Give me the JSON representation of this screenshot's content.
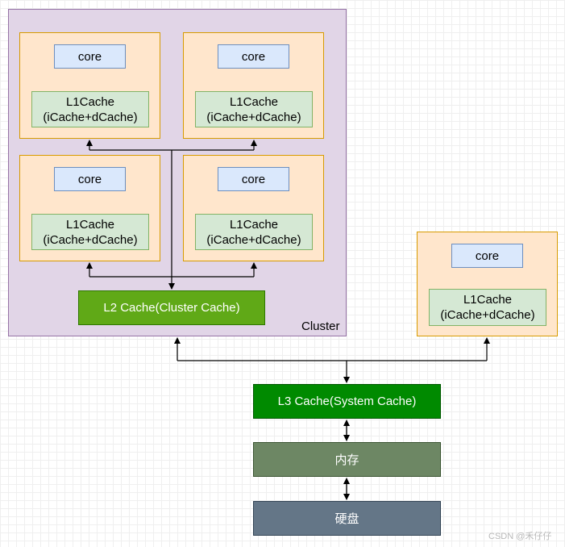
{
  "cluster": {
    "label": "Cluster",
    "cores": [
      {
        "core": "core",
        "l1_line1": "L1Cache",
        "l1_line2": "(iCache+dCache)"
      },
      {
        "core": "core",
        "l1_line1": "L1Cache",
        "l1_line2": "(iCache+dCache)"
      },
      {
        "core": "core",
        "l1_line1": "L1Cache",
        "l1_line2": "(iCache+dCache)"
      },
      {
        "core": "core",
        "l1_line1": "L1Cache",
        "l1_line2": "(iCache+dCache)"
      }
    ],
    "l2": "L2 Cache(Cluster Cache)"
  },
  "standalone_core": {
    "core": "core",
    "l1_line1": "L1Cache",
    "l1_line2": "(iCache+dCache)"
  },
  "l3": "L3 Cache(System Cache)",
  "memory": "内存",
  "disk": "硬盘",
  "watermark": "CSDN @禾仔仔",
  "colors": {
    "cluster_fill": "#e1d5e7",
    "core_group_fill": "#ffe6cc",
    "core_fill": "#dae8fc",
    "l1_fill": "#d5e8d4",
    "l2_fill": "#60a917",
    "l3_fill": "#008a00",
    "memory_fill": "#6d8764",
    "disk_fill": "#647687"
  }
}
